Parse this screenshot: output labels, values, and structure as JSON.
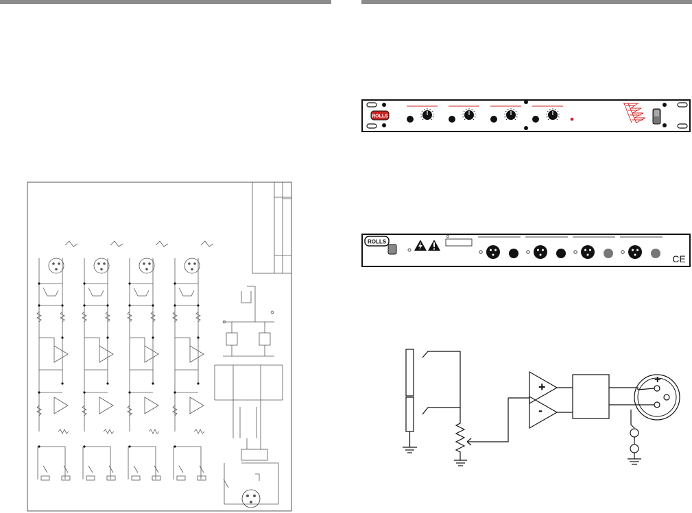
{
  "front_panel": {
    "brand_logo_text": "ROLLS",
    "channel_count": 4,
    "knobs_per_channel": 1,
    "power_led_color": "#cc2222",
    "accent_color": "#cc2222"
  },
  "rear_panel": {
    "brand_logo_text": "ROLLS",
    "ce_mark": "CE",
    "xlr_outputs": 4,
    "warning_icons": [
      "lightning-warning-icon",
      "exclamation-warning-icon"
    ]
  },
  "block_diagram": {
    "plus_label": "+",
    "minus_label": "-"
  },
  "icons": [
    "xlr-connector-icon",
    "knob-icon",
    "op-amp-icon",
    "ground-icon",
    "potentiometer-icon"
  ]
}
